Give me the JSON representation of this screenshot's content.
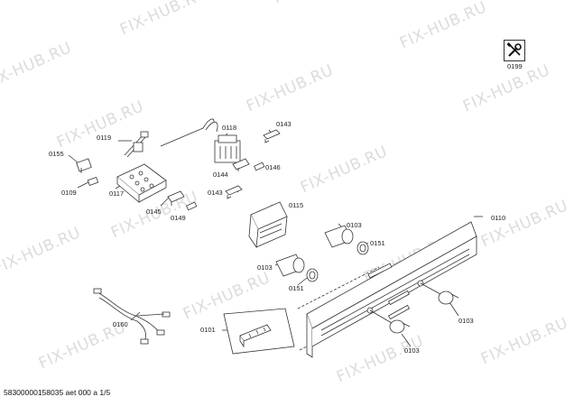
{
  "watermark": "FIX-HUB.RU",
  "footer_code": "58300000158035 aet 000 a 1/5",
  "service_icon": {
    "name": "wrench-screwdriver-icon",
    "label": "0199"
  },
  "part_labels": {
    "p0118": "0118",
    "p0143a": "0143",
    "p0119": "0119",
    "p0155": "0155",
    "p0144": "0144",
    "p0146": "0146",
    "p0109": "0109",
    "p0117": "0117",
    "p0143b": "0143",
    "p0145": "0145",
    "p0149": "0149",
    "p0115": "0115",
    "p0103a": "0103",
    "p0151a": "0151",
    "p0110": "0110",
    "p0103b": "0103",
    "p0151b": "0151",
    "p0160": "0160",
    "p0101": "0101",
    "p0103c": "0103",
    "p0103d": "0103"
  }
}
